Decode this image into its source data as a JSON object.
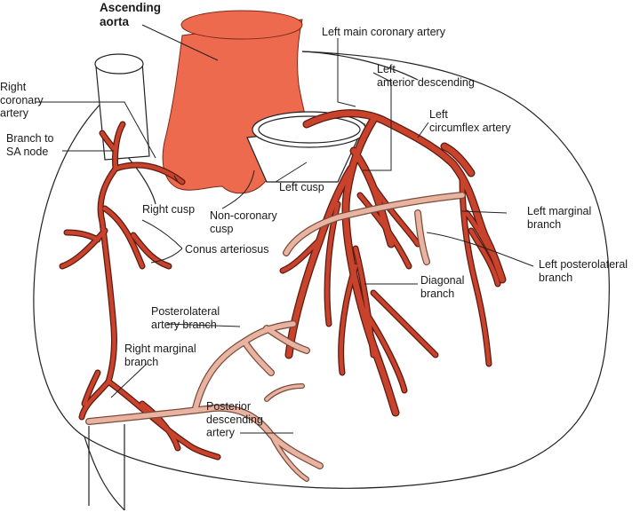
{
  "colors": {
    "aorta": "#ee6a4e",
    "artery": "#c8422c",
    "artery_edge": "#5a1a10",
    "posterior_vessel": "#e9b3a2",
    "outline": "#222222"
  },
  "labels": {
    "ascending_aorta": [
      "Ascending",
      "aorta"
    ],
    "left_main_coronary": [
      "Left main coronary artery"
    ],
    "left_anterior_descending": [
      "Left",
      "anterior descending"
    ],
    "left_circumflex": [
      "Left",
      "circumflex artery"
    ],
    "right_coronary": [
      "Right",
      "coronary",
      "artery"
    ],
    "branch_sa_node": [
      "Branch to",
      "SA node"
    ],
    "left_cusp": [
      "Left cusp"
    ],
    "right_cusp": [
      "Right cusp"
    ],
    "non_coronary_cusp": [
      "Non-coronary",
      "cusp"
    ],
    "conus_arteriosus": [
      "Conus arteriosus"
    ],
    "left_marginal": [
      "Left marginal",
      "branch"
    ],
    "left_posterolateral": [
      "Left posterolateral",
      "branch"
    ],
    "diagonal": [
      "Diagonal",
      "branch"
    ],
    "posterolateral_artery": [
      "Posterolateral",
      "artery branch"
    ],
    "right_marginal": [
      "Right marginal",
      "branch"
    ],
    "posterior_descending": [
      "Posterior",
      "descending",
      "artery"
    ]
  }
}
